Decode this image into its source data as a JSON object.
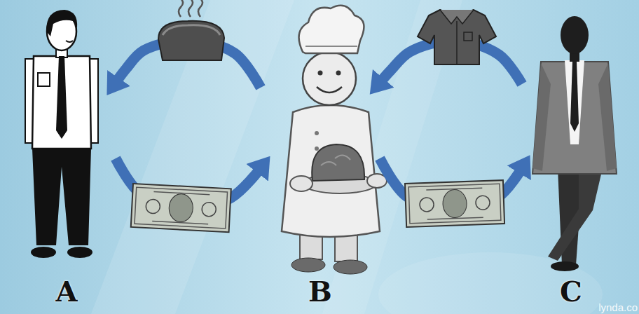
{
  "diagram": {
    "nodes": [
      {
        "text": [
          "A"
        ]
      },
      {
        "text": [
          "B"
        ]
      },
      {
        "text": [
          "C"
        ]
      }
    ],
    "edges": [
      {
        "from": 1,
        "to": 0,
        "arrow": "to"
      },
      {
        "from": 0,
        "to": 1,
        "arrow": "to"
      },
      {
        "from": 2,
        "to": 1,
        "arrow": "to"
      },
      {
        "from": 1,
        "to": 2,
        "arrow": "to"
      }
    ],
    "labels": [
      "lynda.co"
    ]
  }
}
